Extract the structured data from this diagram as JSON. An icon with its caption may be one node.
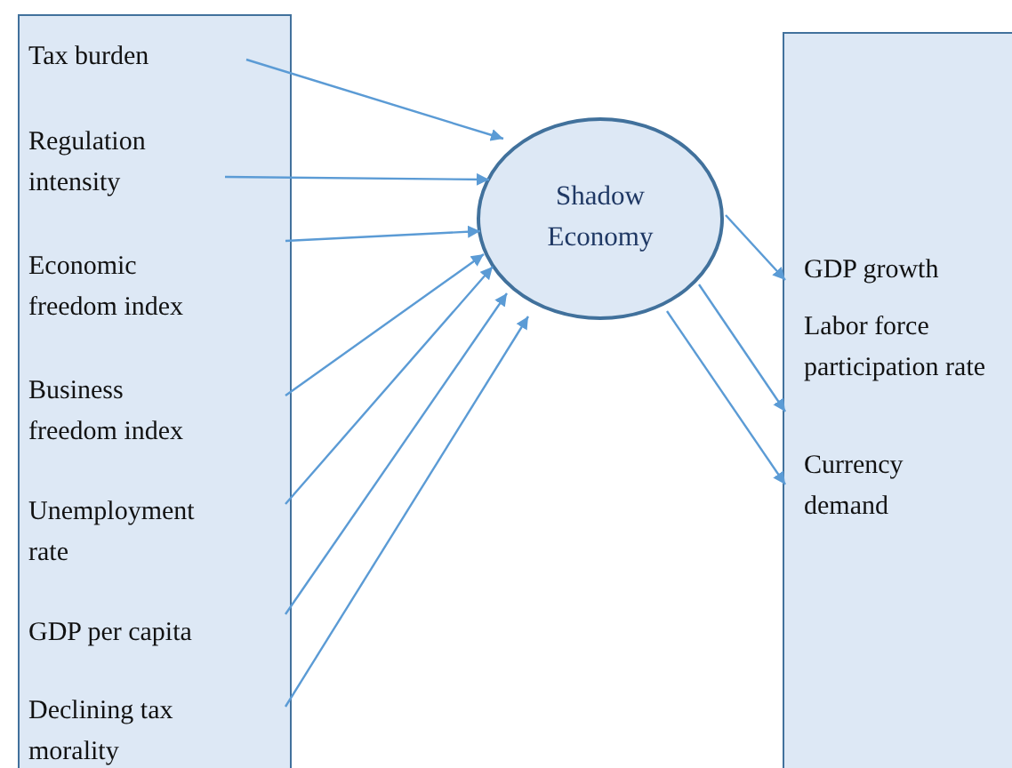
{
  "diagram": {
    "nodes": [
      {
        "text": [],
        "shape": "box"
      },
      {
        "text": [
          "Tax burden"
        ],
        "in": 0
      },
      {
        "text": [
          "Regulation intensity"
        ],
        "in": 0
      },
      {
        "text": [
          "Economic freedom index"
        ],
        "in": 0
      },
      {
        "text": [
          "Business freedom index"
        ],
        "in": 0
      },
      {
        "text": [
          "Unemployment rate"
        ],
        "in": 0
      },
      {
        "text": [
          "GDP per capita"
        ],
        "in": 0
      },
      {
        "text": [
          "Declining tax morality"
        ],
        "in": 0
      },
      {
        "text": [
          "Shadow Economy"
        ]
      },
      {
        "text": [],
        "shape": "box"
      },
      {
        "text": [
          "GDP growth"
        ],
        "in": 9
      },
      {
        "text": [
          "Labor force participation rate"
        ],
        "in": 9
      },
      {
        "text": [
          "Currency demand"
        ],
        "in": 9
      }
    ],
    "edges": [
      {
        "from": 1,
        "to": 8,
        "arrow": "to"
      },
      {
        "from": 2,
        "to": 8,
        "arrow": "to"
      },
      {
        "from": 3,
        "to": 8,
        "arrow": "to"
      },
      {
        "from": 4,
        "to": 8,
        "arrow": "to"
      },
      {
        "from": 5,
        "to": 8,
        "arrow": "to"
      },
      {
        "from": 6,
        "to": 8,
        "arrow": "to"
      },
      {
        "from": 7,
        "to": 8,
        "arrow": "to"
      },
      {
        "from": 8,
        "to": 10,
        "arrow": "to"
      },
      {
        "from": 8,
        "to": 11,
        "arrow": "to"
      },
      {
        "from": 8,
        "to": 12,
        "arrow": "to"
      }
    ]
  }
}
